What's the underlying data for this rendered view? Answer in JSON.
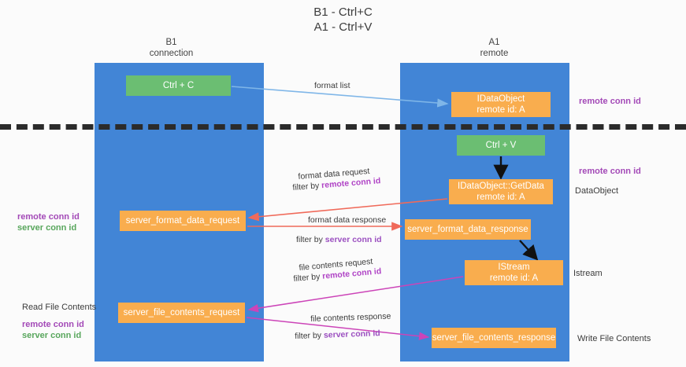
{
  "title": {
    "line1": "B1 - Ctrl+C",
    "line2": "A1 - Ctrl+V"
  },
  "columns": {
    "left": {
      "name": "B1",
      "role": "connection"
    },
    "right": {
      "name": "A1",
      "role": "remote"
    }
  },
  "boxes": {
    "ctrl_c": "Ctrl + C",
    "idataobject": {
      "line1": "IDataObject",
      "line2": "remote id: A"
    },
    "ctrl_v": "Ctrl + V",
    "getdata": {
      "line1": "IDataObject::GetData",
      "line2": "remote id: A"
    },
    "server_format_data_request": "server_format_data_request",
    "server_format_data_response": "server_format_data_response",
    "istream": {
      "line1": "IStream",
      "line2": "remote id: A"
    },
    "server_file_contents_request": "server_file_contents_request",
    "server_file_contents_response": "server_file_contents_response"
  },
  "edge_labels": {
    "format_list": "format list",
    "format_data_request": "format data request",
    "format_data_request_filter_prefix": "filter by ",
    "format_data_request_filter_key": "remote conn id",
    "format_data_response": "format data response",
    "format_data_response_filter_prefix": "filter by ",
    "format_data_response_filter_key": "server conn id",
    "file_contents_request": "file contents request",
    "file_contents_request_filter_prefix": "filter by ",
    "file_contents_request_filter_key": "remote conn id",
    "file_contents_response": "file contents response",
    "file_contents_response_filter_prefix": "filter by ",
    "file_contents_response_filter_key": "server conn id"
  },
  "annotations": {
    "right_remote_conn_id_1": "remote conn id",
    "right_remote_conn_id_2": "remote conn id",
    "dataobject": "DataObject",
    "istream": "Istream",
    "write_file_contents": "Write File Contents",
    "read_file_contents": "Read File Contents",
    "left_remote_conn_id": "remote conn id",
    "left_server_conn_id": "server conn id",
    "left_remote_conn_id_2": "remote conn id",
    "left_server_conn_id_2": "server conn id"
  },
  "colors": {
    "lane": "#4285d6",
    "green_box": "#6bbe72",
    "orange_box": "#f9ad4e",
    "purple_text": "#a349b7",
    "green_text": "#58a65c",
    "blue_arrow": "#7fb6e8",
    "red_arrow": "#f06a5a",
    "magenta_arrow": "#cc44b8",
    "black_arrow": "#111111"
  }
}
